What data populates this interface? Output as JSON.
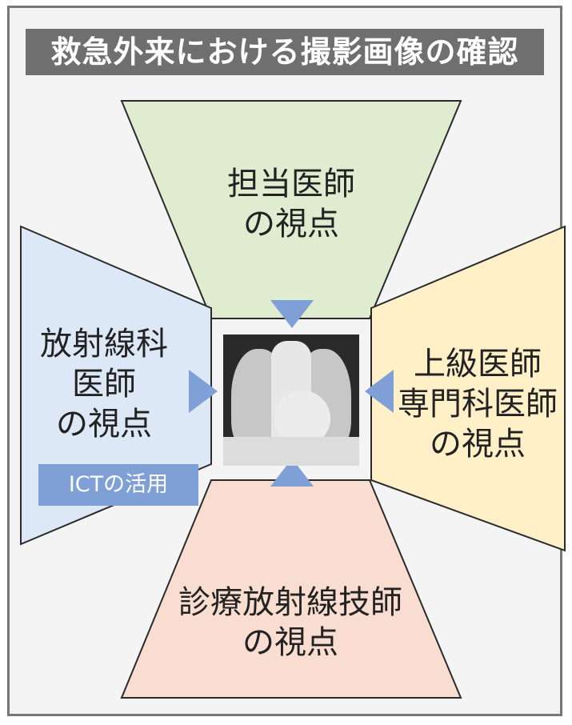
{
  "title": "救急外来における撮影画像の確認",
  "perspectives": {
    "top": {
      "line1": "担当医師",
      "line2": "の視点"
    },
    "left": {
      "line1": "放射線科",
      "line2": "医師",
      "line3": "の視点"
    },
    "right": {
      "line1": "上級医師",
      "line2": "専門科医師",
      "line3": "の視点"
    },
    "bottom": {
      "line1": "診療放射線技師",
      "line2": "の視点"
    }
  },
  "ict_badge": "ICTの活用",
  "colors": {
    "top_fill": "#dfeccf",
    "left_fill": "#dce8f6",
    "right_fill": "#fff0c8",
    "bottom_fill": "#f9ddd0",
    "arrow": "#7fa0d6",
    "title_bg": "#6f6f6f"
  },
  "center_image": "chest-xray"
}
